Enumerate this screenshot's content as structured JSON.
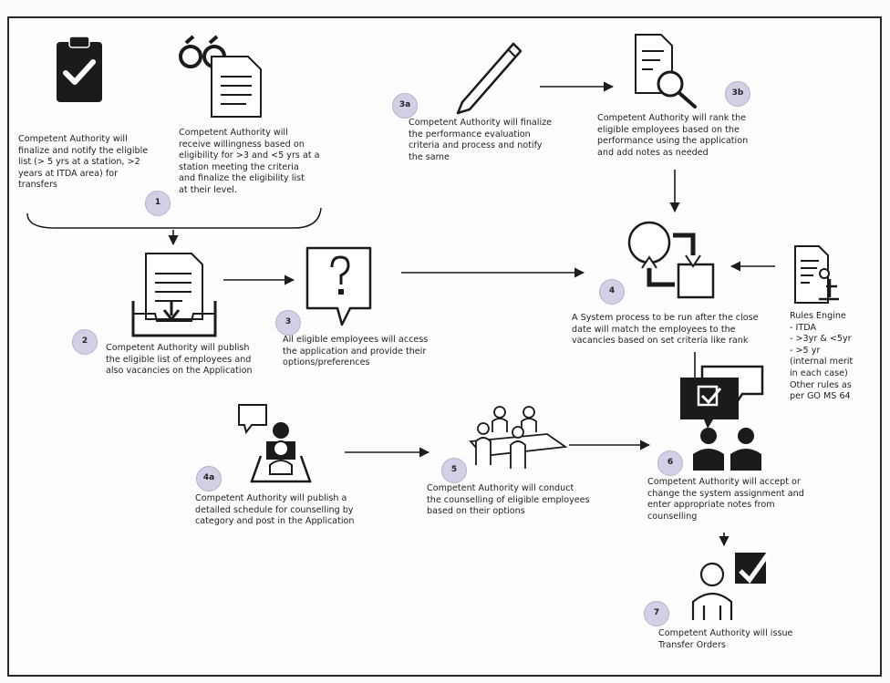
{
  "steps": [
    {
      "id": "s1a",
      "badge": "",
      "text": "Competent Authority will\nfinalize and notify the eligible\nlist (> 5 yrs at a station, >2\nyears at ITDA area) for\ntransfers"
    },
    {
      "id": "s1b",
      "badge": "1",
      "text": "Competent Authority will\nreceive willingness based on\neligibility for >3 and <5 yrs at a\nstation meeting the criteria\nand finalize the eligibility list\nat their level."
    },
    {
      "id": "s2",
      "badge": "2",
      "text": "Competent Authority will publish\nthe eligible list of employees and\nalso vacancies on the Application"
    },
    {
      "id": "s3",
      "badge": "3",
      "text": "All eligible employees will access\nthe application and provide their\noptions/preferences"
    },
    {
      "id": "s3a",
      "badge": "3a",
      "text": "Competent Authority will finalize\nthe performance evaluation\ncriteria and process and notify\nthe same"
    },
    {
      "id": "s3b",
      "badge": "3b",
      "text": "Competent Authority will rank the\neligible employees based on the\nperformance using the application\nand add notes as needed"
    },
    {
      "id": "s4",
      "badge": "4",
      "text": "A System process to be run after the close\ndate will match the employees to the\nvacancies based on set criteria like rank"
    },
    {
      "id": "rules",
      "badge": "",
      "text": "Rules Engine\n - ITDA\n- >3yr & <5yr\n- >5 yr\n(internal merit\nin each case)\nOther rules as\nper GO MS 64"
    },
    {
      "id": "s4a",
      "badge": "4a",
      "text": "Competent Authority will publish a\ndetailed schedule for counselling by\ncategory and post in the Application"
    },
    {
      "id": "s5",
      "badge": "5",
      "text": "Competent Authority will conduct\nthe counselling of eligible employees\nbased on their options"
    },
    {
      "id": "s6",
      "badge": "6",
      "text": "Competent Authority will accept or\nchange the system assignment and\nenter appropriate notes from\ncounselling"
    },
    {
      "id": "s7",
      "badge": "7",
      "text": "Competent Authority will issue\nTransfer Orders"
    }
  ],
  "colors": {
    "badge_fill": "#d5cfe6",
    "ink": "#1d1d1d"
  },
  "icons": [
    "clipboard-check-icon",
    "glasses-icon",
    "document-icon",
    "pencil-icon",
    "document-search-icon",
    "inbox-download-icon",
    "question-bubble-icon",
    "process-cycle-icon",
    "rules-engine-icon",
    "presenter-icon",
    "meeting-icon",
    "chat-people-icon",
    "approval-person-icon"
  ]
}
